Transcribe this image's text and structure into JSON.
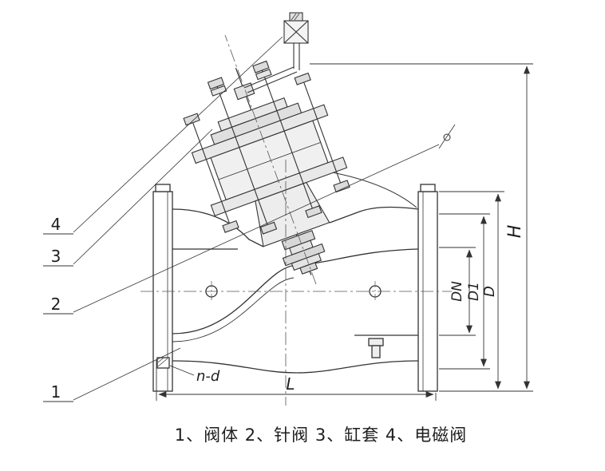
{
  "caption": "1、阀体 2、针阀 3、缸套 4、电磁阀",
  "callouts": {
    "c1": "1",
    "c2": "2",
    "c3": "3",
    "c4": "4"
  },
  "dims": {
    "L": "L",
    "H": "H",
    "DN": "DN",
    "D1": "D1",
    "D": "D",
    "nd": "n-d"
  }
}
